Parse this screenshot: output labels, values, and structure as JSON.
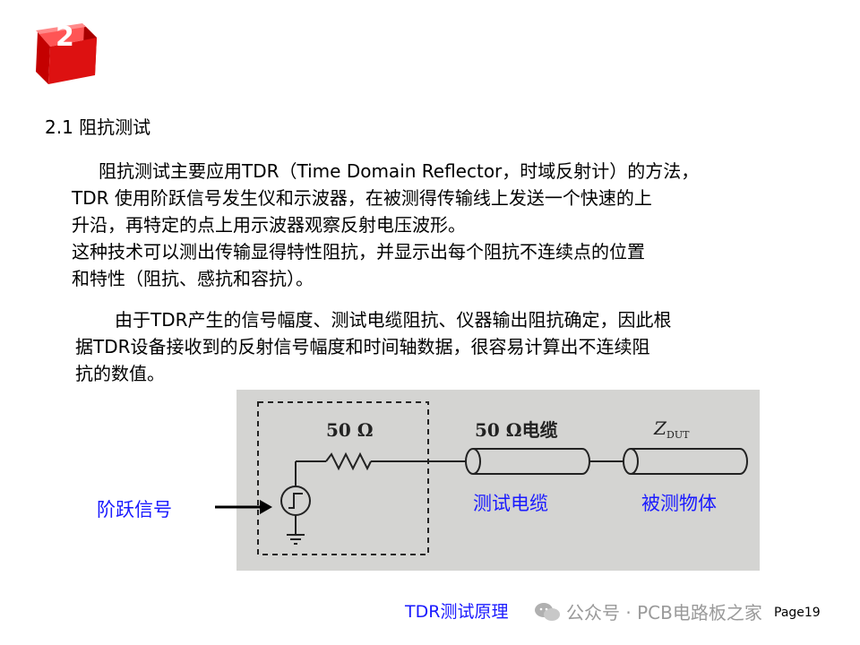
{
  "badge": {
    "number": "2",
    "color": "#dd1111"
  },
  "section": {
    "title": "2.1 阻抗测试"
  },
  "paragraph1": {
    "lines": [
      "阻抗测试主要应用TDR（Time Domain Reflector，时域反射计）的方法，",
      "TDR 使用阶跃信号发生仪和示波器，在被测得传输线上发送一个快速的上",
      "升沿，再特定的点上用示波器观察反射电压波形。",
      "这种技术可以测出传输显得特性阻抗，并显示出每个阻抗不连续点的位置",
      "和特性（阻抗、感抗和容抗）。"
    ]
  },
  "paragraph2": {
    "lines": [
      "由于TDR产生的信号幅度、测试电缆阻抗、仪器输出阻抗确定，因此根",
      "据TDR设备接收到的反射信号幅度和时间轴数据，很容易计算出不连续阻",
      "抗的数值。"
    ]
  },
  "diagram": {
    "resistor_label": "50 Ω",
    "cable_label": "50 Ω电缆",
    "dut_label_main": "Z",
    "dut_label_sub": "DUT",
    "step_signal_label": "阶跃信号",
    "test_cable_label": "测试电缆",
    "dut_object_label": "被测物体",
    "annotation_color": "#1a1aff"
  },
  "footer": {
    "caption": "TDR测试原理",
    "watermark": "公众号 · PCB电路板之家",
    "page": "Page19"
  }
}
